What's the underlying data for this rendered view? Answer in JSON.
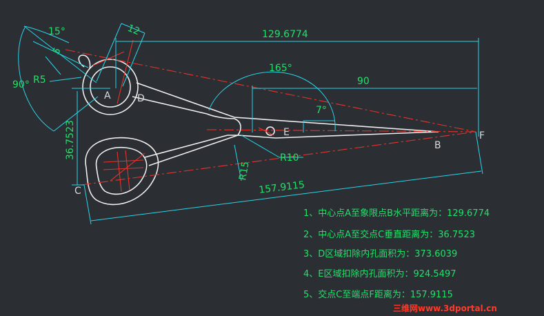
{
  "dimensions": {
    "angle_15": "15°",
    "len_12": "12",
    "len_5": "5",
    "horiz_A_B": "129.6774",
    "angle_165": "165°",
    "horiz_90": "90",
    "angle_90": "90°",
    "radius_R5": "R5",
    "angle_7": "7°",
    "vert_A_C": "36.7523",
    "radius_R10": "R10",
    "radius_R15": "R15",
    "diag_C_F": "157.9115"
  },
  "points": {
    "A": "A",
    "D": "D",
    "E": "E",
    "B": "B",
    "F": "F",
    "C": "C"
  },
  "results": [
    "1、中心点A至象限点B水平距离为：129.6774",
    "2、中心点A至交点C垂直距离为：36.7523",
    "3、D区域扣除内孔面积为：373.6039",
    "4、E区域扣除内孔面积为：924.5497",
    "5、交点C至端点F距离为：157.9115"
  ],
  "watermark": "三维网www.3dportal.cn",
  "colors": {
    "background": "#2b2f33",
    "dimension_line": "#27d6ea",
    "dimension_text": "#22e06a",
    "outline": "#f0f0f0",
    "centerline": "#e8332a"
  }
}
